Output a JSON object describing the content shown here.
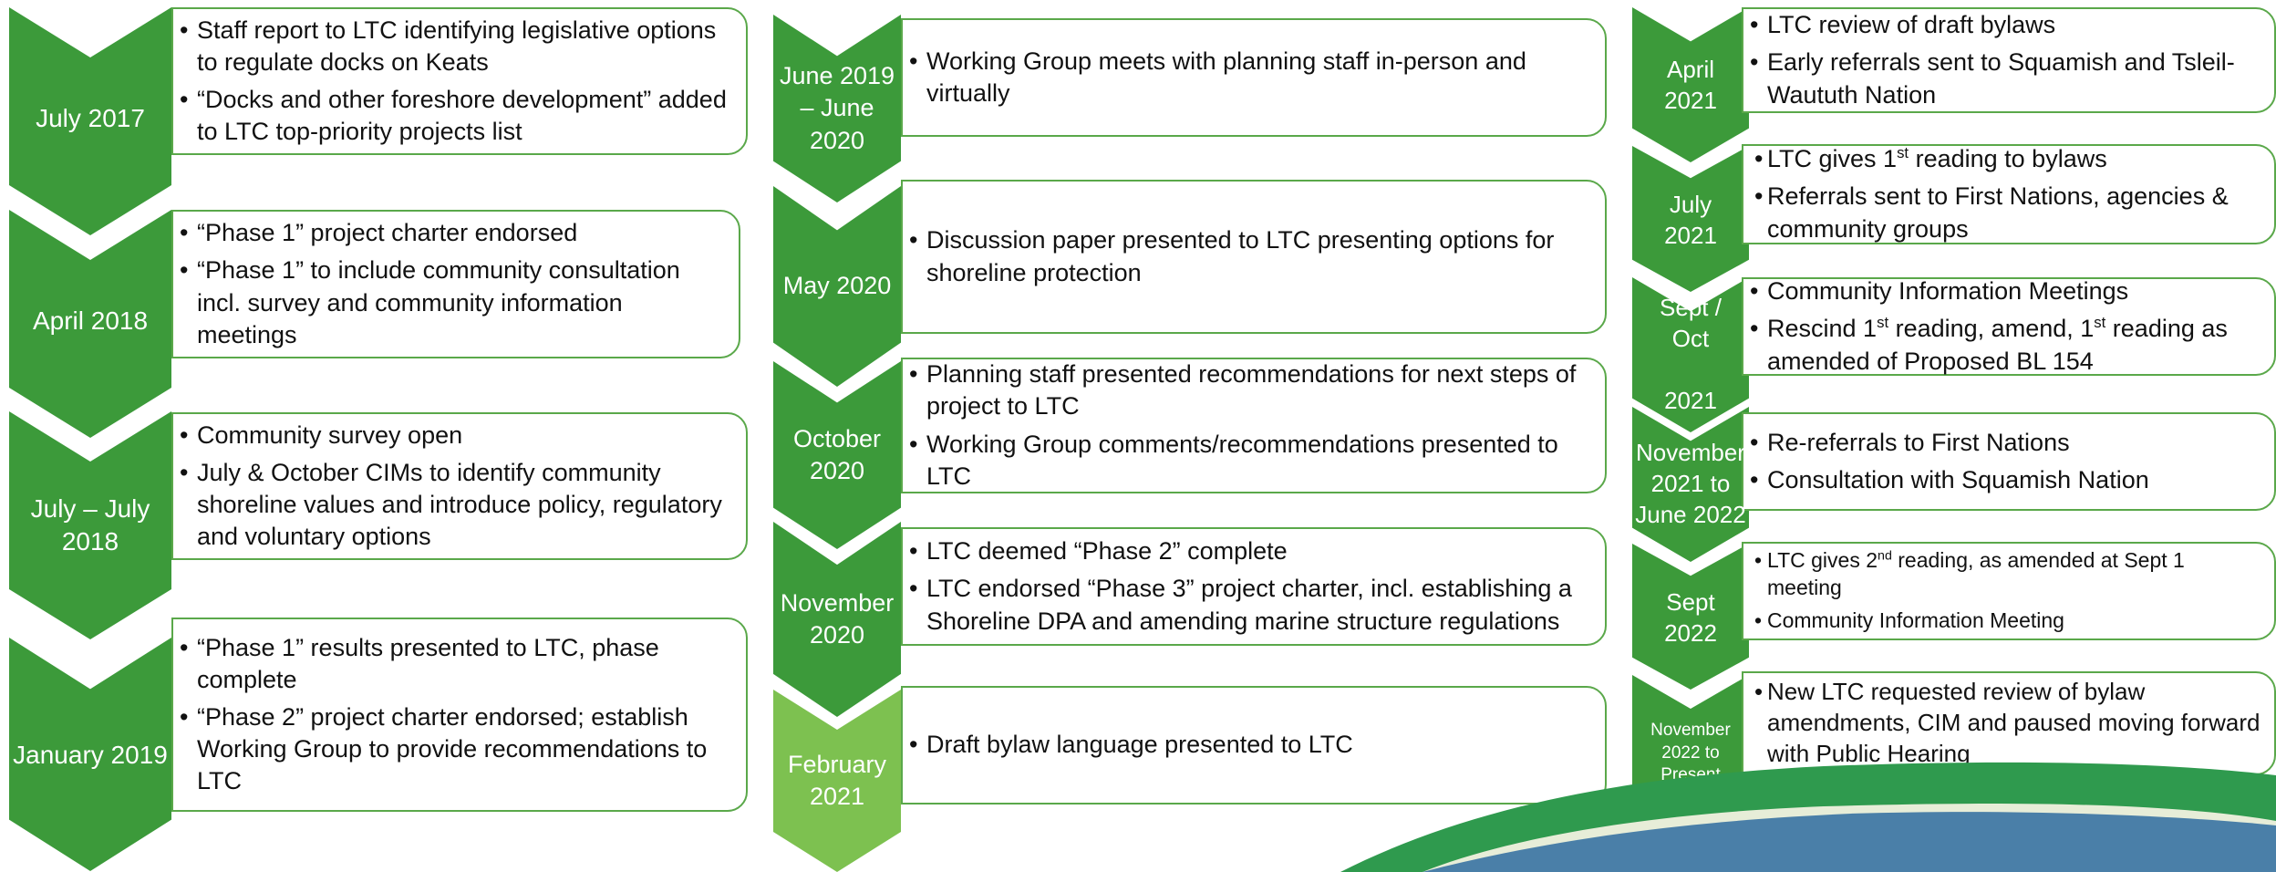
{
  "colors": {
    "dark": "#3c9a3a",
    "light": "#7dc150",
    "border": "#5aa84a"
  },
  "columns": [
    {
      "steps": [
        {
          "date": "July 2017",
          "items": [
            "Staff report to LTC identifying legislative options to regulate docks on Keats",
            "“Docks and other foreshore development” added to LTC top-priority projects list"
          ]
        },
        {
          "date": "April 2018",
          "items": [
            "“Phase 1” project charter endorsed",
            "“Phase 1” to include community consultation incl. survey and community information meetings"
          ]
        },
        {
          "date": "July – July\n2018",
          "items": [
            "Community survey open",
            "July & October CIMs to identify community shoreline values and introduce policy, regulatory and voluntary options"
          ]
        },
        {
          "date": "January 2019",
          "items": [
            "“Phase 1” results presented to LTC, phase complete",
            "“Phase 2” project charter endorsed; establish Working Group to provide recommendations to LTC"
          ]
        }
      ]
    },
    {
      "steps": [
        {
          "date": "June 2019\n– June\n2020",
          "items": [
            "Working Group meets with planning staff in-person and virtually"
          ]
        },
        {
          "date": "May 2020",
          "items": [
            "Discussion paper presented to LTC presenting options for shoreline protection"
          ]
        },
        {
          "date": "October\n2020",
          "items": [
            "Planning staff presented recommendations for next steps of project to LTC",
            "Working Group comments/recommendations presented to LTC"
          ]
        },
        {
          "date": "November\n2020",
          "items": [
            "LTC deemed “Phase 2” complete",
            "LTC endorsed “Phase 3” project charter, incl. establishing a Shoreline DPA and amending marine structure regulations"
          ]
        },
        {
          "date": "February\n2021",
          "items": [
            "Draft bylaw language presented to LTC"
          ]
        }
      ]
    },
    {
      "steps": [
        {
          "date": "April\n2021",
          "items": [
            "LTC review of draft bylaws",
            "Early referrals sent to Squamish and Tsleil-Waututh Nation"
          ]
        },
        {
          "date": "July\n2021",
          "items": [
            "LTC gives 1st reading to bylaws",
            "Referrals sent to First Nations, agencies & community groups"
          ]
        },
        {
          "date": "Sept /\nOct\n\n2021",
          "items": [
            "Community Information Meetings",
            "Rescind 1st reading, amend, 1st reading as amended of Proposed BL 154"
          ]
        },
        {
          "date": "November\n2021 to\nJune 2022",
          "items": [
            "Re-referrals to First Nations",
            "Consultation with Squamish Nation"
          ]
        },
        {
          "date": "Sept\n2022",
          "items": [
            "LTC gives 2nd reading, as amended at Sept 1 meeting",
            "Community Information Meeting"
          ]
        },
        {
          "date": "November\n2022 to\nPresent",
          "items": [
            "New LTC requested review of bylaw amendments, CIM and paused moving forward with Public Hearing"
          ]
        }
      ]
    }
  ]
}
